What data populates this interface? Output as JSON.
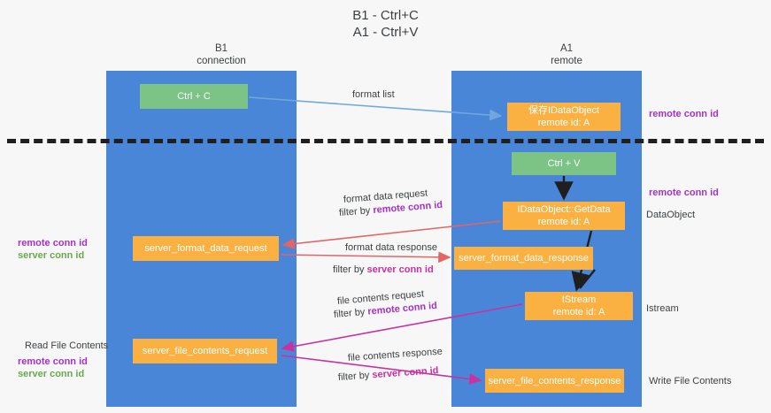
{
  "title": "B1 - Ctrl+C\nA1 - Ctrl+V",
  "lanes": {
    "left": {
      "name": "B1\nconnection",
      "color": "#4a86d8"
    },
    "right": {
      "name": "A1\nremote",
      "color": "#4a86d8"
    }
  },
  "colors": {
    "lane": "#4a86d8",
    "green_node": "#7bc486",
    "orange_node": "#fbb042",
    "purple_text": "#a333c8",
    "green_text": "#6aa84f",
    "magenta_text": "#c832a0",
    "blue_arrow": "#6fa8dc",
    "red_arrow": "#e06666",
    "magenta_arrow": "#c832a0",
    "black_arrow": "#1f1f1f",
    "separator": "#1f1f1f",
    "background": "#f7f7f7"
  },
  "nodes": {
    "ctrl_c": "Ctrl + C",
    "data_object": "保存IDataObject\nremote id: A",
    "ctrl_v": "Ctrl + V",
    "get_data": "IDataObject::GetData\nremote id: A",
    "server_format_data_request": "server_format_data_request",
    "server_format_data_response": "server_format_data_response",
    "istream": "IStream\nremote id: A",
    "server_file_contents_request": "server_file_contents_request",
    "server_file_contents_response": "server_file_contents_response"
  },
  "edge_labels": {
    "format_list": "format list",
    "format_data_request": "format data request",
    "format_data_request_filter_prefix": "filter by ",
    "format_data_request_filter_key": "remote conn id",
    "format_data_response": "format data response",
    "format_data_response_filter_prefix": "filter by ",
    "format_data_response_filter_key": "server conn id",
    "file_contents_request": "file contents request",
    "file_contents_request_filter_prefix": "filter by ",
    "file_contents_request_filter_key": "remote conn id",
    "file_contents_response": "file contents response",
    "file_contents_response_filter_prefix": "filter by ",
    "file_contents_response_filter_key": "server conn id"
  },
  "side_labels": {
    "right_remote_conn_id_top": "remote conn id",
    "right_remote_conn_id_mid": "remote conn id",
    "data_object": "DataObject",
    "istream": "Istream",
    "write_file_contents": "Write File Contents",
    "left_remote_conn_id": "remote conn id",
    "left_server_conn_id": "server conn id",
    "read_file_contents": "Read File Contents",
    "left_remote_conn_id_2": "remote conn id",
    "left_server_conn_id_2": "server conn id"
  }
}
